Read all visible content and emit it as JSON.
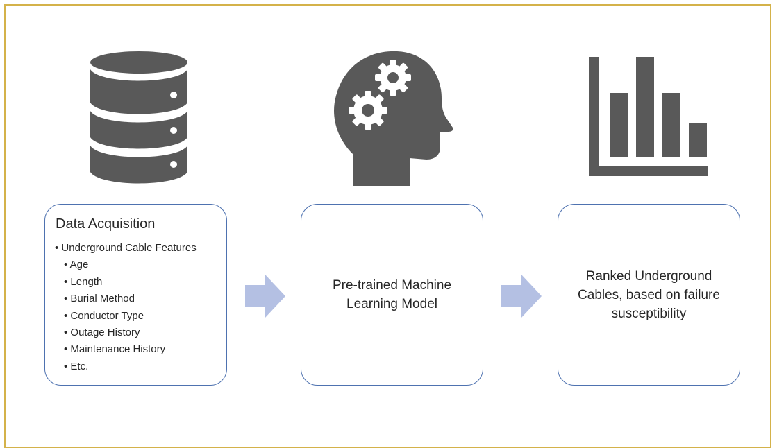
{
  "colors": {
    "frame": "#d4b24a",
    "icon": "#595959",
    "card_border": "#4e72b0",
    "arrow": "#b4c0e3",
    "text": "#262626"
  },
  "icons": [
    "database-icon",
    "brain-gears-icon",
    "bar-chart-icon",
    "right-arrow-icon"
  ],
  "step1": {
    "title": "Data Acquisition",
    "items": [
      {
        "text": "Underground Cable Features",
        "level": 1
      },
      {
        "text": "Age",
        "level": 2
      },
      {
        "text": "Length",
        "level": 2
      },
      {
        "text": "Burial Method",
        "level": 2
      },
      {
        "text": "Conductor Type",
        "level": 2
      },
      {
        "text": "Outage History",
        "level": 2
      },
      {
        "text": "Maintenance History",
        "level": 2
      },
      {
        "text": "Etc.",
        "level": 2
      }
    ]
  },
  "step2": {
    "text": "Pre-trained Machine Learning Model"
  },
  "step3": {
    "text": "Ranked Underground Cables, based on failure susceptibility"
  }
}
